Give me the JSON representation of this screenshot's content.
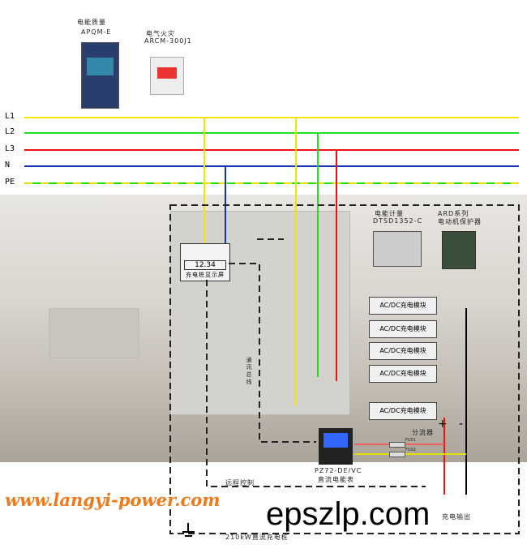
{
  "lines": [
    "L1",
    "L2",
    "L3",
    "N",
    "PE"
  ],
  "devices": {
    "power_quality": {
      "name": "电能质量",
      "model": "APQM-E"
    },
    "fire": {
      "name": "电气火灾",
      "model": "ARCM-300J1"
    },
    "meter": {
      "name": "电能计量",
      "model": "DTSD1352-C"
    },
    "relay": {
      "name": "ARD系列",
      "model": "电动机保护器"
    },
    "charger_display": {
      "value": "12.34",
      "name": "充电桩显示屏"
    },
    "dc_meter": {
      "model": "PZ72-DE/VC",
      "name": "直流电能表"
    },
    "shunt": "分流器"
  },
  "modules": [
    "AC/DC充电模块",
    "AC/DC充电模块",
    "AC/DC充电模块",
    "AC/DC充电模块",
    "AC/DC充电模块"
  ],
  "labels": {
    "remote": "远程控制",
    "output": "充电输出",
    "cabinet": "210kW直流充电桩",
    "plus": "+",
    "minus": "-",
    "comm": "通讯总线",
    "f1": "FU01",
    "f2": "FU02"
  },
  "watermarks": {
    "site1": "www.langyi-power.com",
    "site2": "epszlp.com"
  },
  "colors": {
    "L1": "#f2e600",
    "L2": "#22dd22",
    "L3": "#ee1111",
    "N": "#1133bb",
    "PE": "#e8e000"
  }
}
